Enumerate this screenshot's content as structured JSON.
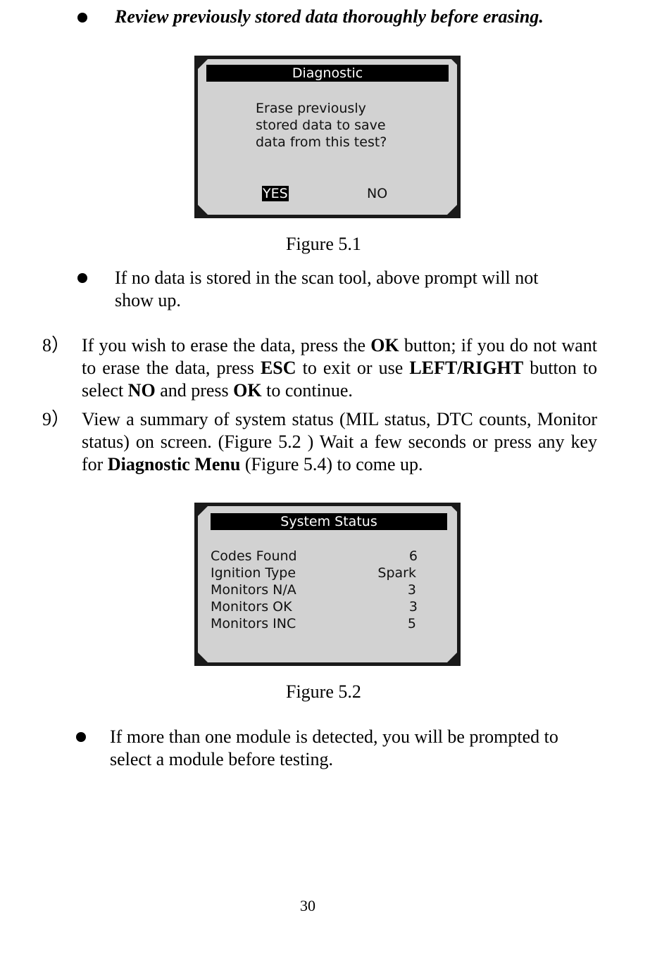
{
  "bullet_top": "Review previously stored data thoroughly before erasing.",
  "figure1": {
    "title": "Diagnostic",
    "message_lines": [
      "Erase previously",
      "stored data to save",
      "data from this test?"
    ],
    "yes_label": "YES",
    "no_label": "NO",
    "caption": "Figure 5.1"
  },
  "bullet_nodata": {
    "line1": "If no data is stored in the scan tool, above prompt will not",
    "line2": "show up."
  },
  "step8": {
    "number": "8）",
    "parts": [
      "If you wish to erase the data, press the ",
      "OK",
      " button; if you do not want to erase the data, press ",
      "ESC",
      " to exit or use ",
      "LEFT/RIGHT",
      " button to select ",
      "NO",
      " and press ",
      "OK",
      " to continue."
    ]
  },
  "step9": {
    "number": "9）",
    "parts": [
      "View a summary of system status (MIL status, DTC counts, Monitor status) on screen. (Figure 5.2 ) Wait a few seconds or press any key for ",
      "Diagnostic Menu",
      " (Figure 5.4) to come up."
    ]
  },
  "figure2": {
    "title": "System Status",
    "rows": [
      {
        "label": "Codes Found",
        "value": "6"
      },
      {
        "label": "Ignition Type",
        "value": "Spark"
      },
      {
        "label": "Monitors N/A",
        "value": "3"
      },
      {
        "label": "Monitors OK",
        "value": "3"
      },
      {
        "label": "Monitors INC",
        "value": "5"
      }
    ],
    "caption": "Figure 5.2"
  },
  "bullet_module": {
    "line1": "If more than one module is detected, you will be prompted to",
    "line2": "select a module before testing."
  },
  "page_number": "30"
}
